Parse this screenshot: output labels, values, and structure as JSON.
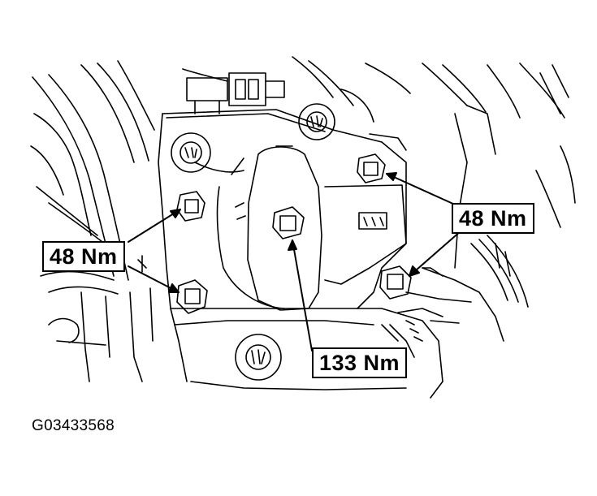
{
  "callouts": {
    "left_torque": "48 Nm",
    "right_torque": "48 Nm",
    "center_torque": "133 Nm"
  },
  "figure_id": "G03433568",
  "colors": {
    "line": "#000000",
    "background": "#ffffff"
  }
}
